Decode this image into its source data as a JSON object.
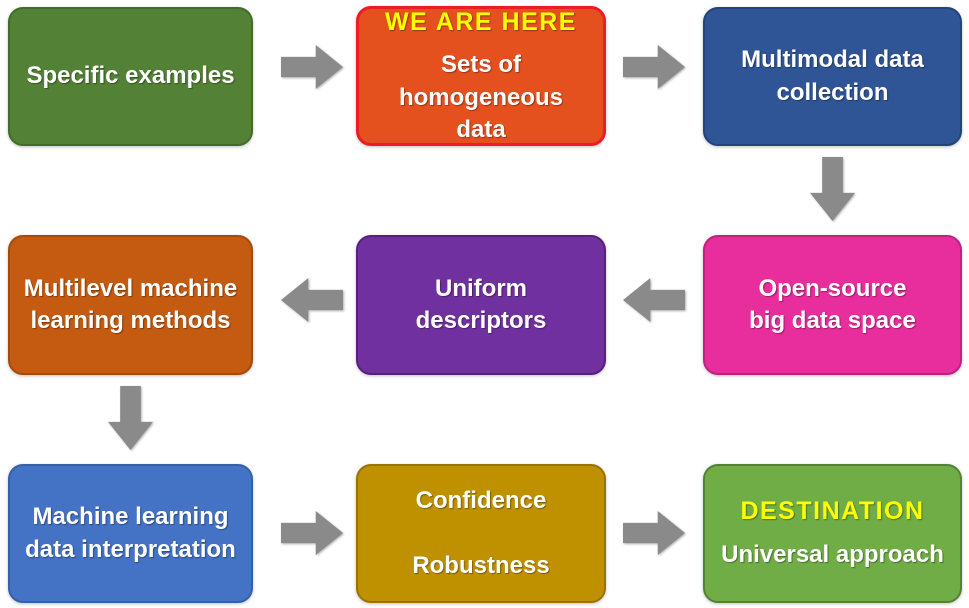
{
  "diagram_title": "Workflow from specific examples to universal approach",
  "colors": {
    "arrow": "#8a8a8a",
    "highlight_text": "#ffff00",
    "body_text": "#ffffff",
    "background": "#ffffff"
  },
  "boxes": [
    {
      "id": "specific-examples",
      "headline": "",
      "body": "Specific examples",
      "fill": "#538135",
      "border": "#446b2a"
    },
    {
      "id": "we-are-here",
      "headline": "WE ARE HERE",
      "body": "Sets of\nhomogeneous data",
      "fill": "#e5501f",
      "border": "#ed1c24"
    },
    {
      "id": "multimodal-data-collection",
      "headline": "",
      "body": "Multimodal data\ncollection",
      "fill": "#2f5597",
      "border": "#24437a"
    },
    {
      "id": "open-source-big-data-space",
      "headline": "",
      "body": "Open-source\nbig data space",
      "fill": "#e82d9c",
      "border": "#c02080"
    },
    {
      "id": "uniform-descriptors",
      "headline": "",
      "body": "Uniform\ndescriptors",
      "fill": "#7030a0",
      "border": "#571f7e"
    },
    {
      "id": "multilevel-ml-methods",
      "headline": "",
      "body": "Multilevel machine\nlearning methods",
      "fill": "#c55a11",
      "border": "#a34a0d"
    },
    {
      "id": "ml-data-interpretation",
      "headline": "",
      "body": "Machine learning\ndata interpretation",
      "fill": "#4472c4",
      "border": "#3560a8"
    },
    {
      "id": "confidence-robustness",
      "headline": "",
      "body": "Confidence\n\nRobustness",
      "fill": "#bf9000",
      "border": "#997300"
    },
    {
      "id": "destination",
      "headline": "DESTINATION",
      "body": "Universal approach",
      "fill": "#70ad47",
      "border": "#548235"
    }
  ],
  "arrows": [
    {
      "name": "arrow-specific-to-here",
      "direction": "right"
    },
    {
      "name": "arrow-here-to-multimodal",
      "direction": "right"
    },
    {
      "name": "arrow-multimodal-to-opensource",
      "direction": "down"
    },
    {
      "name": "arrow-opensource-to-descriptors",
      "direction": "left"
    },
    {
      "name": "arrow-descriptors-to-multilevel",
      "direction": "left"
    },
    {
      "name": "arrow-multilevel-to-interpretation",
      "direction": "down"
    },
    {
      "name": "arrow-interpretation-to-confidence",
      "direction": "right"
    },
    {
      "name": "arrow-confidence-to-destination",
      "direction": "right"
    }
  ]
}
